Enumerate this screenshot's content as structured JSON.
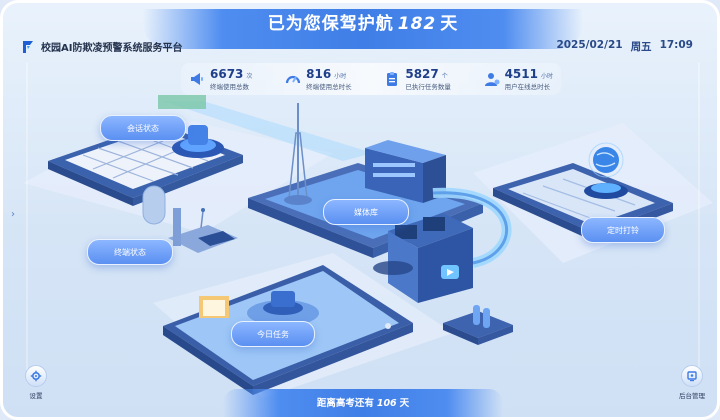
{
  "header": {
    "banner_prefix": "已为您保驾护航",
    "banner_days": "182",
    "banner_suffix": "天",
    "system_title": "校园AI防欺凌预警系统服务平台",
    "date": "2025/02/21",
    "weekday": "周五",
    "time": "17:09"
  },
  "stats": [
    {
      "icon": "megaphone-icon",
      "value": "6673",
      "unit": "次",
      "label": "终端使用总数"
    },
    {
      "icon": "gauge-icon",
      "value": "816",
      "unit": "小时",
      "label": "终端使用总时长"
    },
    {
      "icon": "clipboard-icon",
      "value": "5827",
      "unit": "个",
      "label": "已执行任务数量"
    },
    {
      "icon": "user-icon",
      "value": "4511",
      "unit": "小时",
      "label": "用户在线总时长"
    }
  ],
  "scene_labels": {
    "session_status": "会话状态",
    "media_library": "媒体库",
    "terminal_status": "终端状态",
    "scheduled_bell": "定时打铃",
    "today_tasks": "今日任务"
  },
  "sidebar": {
    "settings": "设置",
    "admin": "后台管理"
  },
  "footer": {
    "countdown_prefix": "距离高考还有",
    "countdown_days": "106",
    "countdown_suffix": "天"
  },
  "colors": {
    "accent": "#4f8df0",
    "chip": "#6d9ef5",
    "platform": "#4a6fb8",
    "background": "#dfe9f7"
  }
}
